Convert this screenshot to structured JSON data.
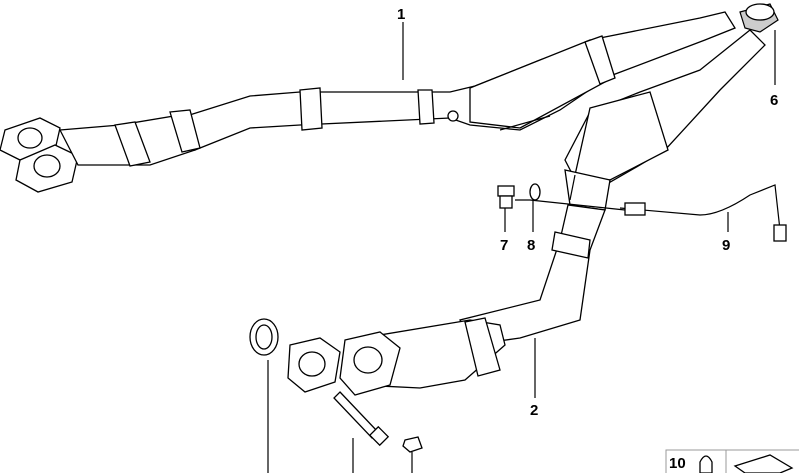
{
  "diagram": {
    "callouts": [
      {
        "id": "part-1",
        "label": "1"
      },
      {
        "id": "part-2",
        "label": "2"
      },
      {
        "id": "part-6",
        "label": "6"
      },
      {
        "id": "part-7",
        "label": "7"
      },
      {
        "id": "part-8",
        "label": "8"
      },
      {
        "id": "part-9",
        "label": "9"
      },
      {
        "id": "part-10",
        "label": "10"
      }
    ]
  }
}
